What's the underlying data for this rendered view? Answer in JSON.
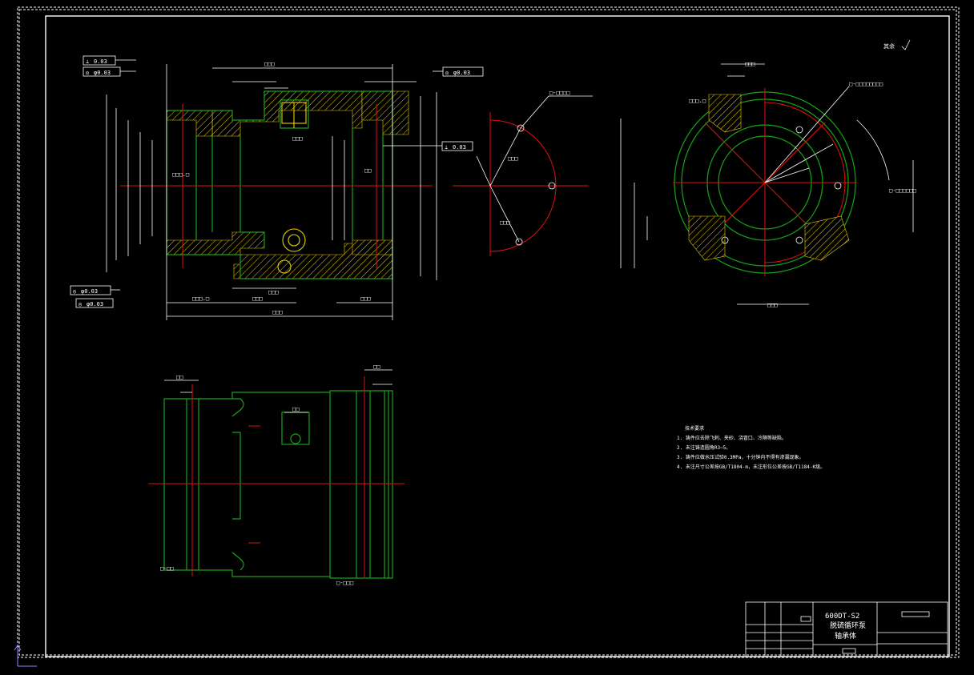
{
  "title_block": {
    "drawing_number": "600DT-S2",
    "part_group": "脱硫循环泵",
    "part_name": "轴承体"
  },
  "roughness_note": "其余",
  "technical_requirements": {
    "heading": "技术要求",
    "items": [
      "1. 铸件应去除飞刺、夹砂、浇冒口、冷隔等缺陷。",
      "2. 未注铸造圆角R3~5。",
      "3. 铸件应做水压试验0.3MPa，十分钟内不得有渗漏现象。",
      "4. 未注尺寸公差按GB/T1804-m，未注形位公差按GB/T1184-K级。"
    ]
  },
  "tolerance_frames": [
    {
      "symbol": "⊥",
      "value": "0.03"
    },
    {
      "symbol": "◎",
      "value": "φ0.03"
    },
    {
      "symbol": "◎",
      "value": "φ0.03"
    },
    {
      "symbol": "⊥",
      "value": "0.03"
    },
    {
      "symbol": "◎",
      "value": "φ0.03"
    },
    {
      "symbol": "◎",
      "value": "φ0.03"
    }
  ],
  "colors": {
    "outline": "#17a317",
    "centerline": "#e01010",
    "hatch": "#e8d000",
    "dimension": "#ffffff",
    "background": "#000000"
  }
}
